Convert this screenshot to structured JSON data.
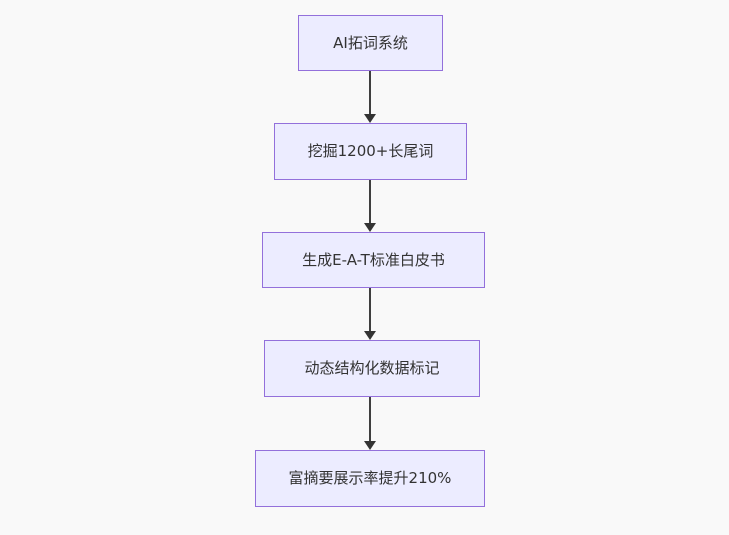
{
  "diagram": {
    "type": "flowchart-vertical",
    "nodes": [
      {
        "id": "node-1",
        "label": "AI拓词系统"
      },
      {
        "id": "node-2",
        "label": "挖掘1200+长尾词"
      },
      {
        "id": "node-3",
        "label": "生成E-A-T标准白皮书"
      },
      {
        "id": "node-4",
        "label": "动态结构化数据标记"
      },
      {
        "id": "node-5",
        "label": "富摘要展示率提升210%"
      }
    ],
    "edges": [
      {
        "from": "node-1",
        "to": "node-2"
      },
      {
        "from": "node-2",
        "to": "node-3"
      },
      {
        "from": "node-3",
        "to": "node-4"
      },
      {
        "from": "node-4",
        "to": "node-5"
      }
    ],
    "colors": {
      "node_fill": "#ECECFF",
      "node_border": "#9370DB",
      "arrow": "#333333",
      "text": "#333333",
      "background": "#f9f9f9"
    }
  }
}
